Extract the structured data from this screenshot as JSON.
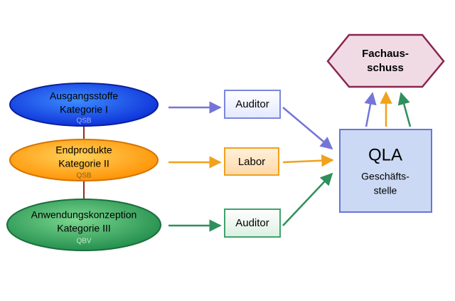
{
  "nodes": {
    "ausgangsstoffe": {
      "line1": "Ausgangsstoffe",
      "line2": "Kategorie I",
      "tag": "QSB"
    },
    "endprodukte": {
      "line1": "Endprodukte",
      "line2": "Kategorie II",
      "tag": "QSB"
    },
    "anwendung": {
      "line1": "Anwendungskonzeption",
      "line2": "Kategorie III",
      "tag": "QBV"
    },
    "auditor_top": {
      "label": "Auditor"
    },
    "labor": {
      "label": "Labor"
    },
    "auditor_bottom": {
      "label": "Auditor"
    },
    "qla": {
      "title": "QLA",
      "line1": "Geschäfts-",
      "line2": "stelle"
    },
    "fachausschuss": {
      "line1": "Fachaus-",
      "line2": "schuss"
    }
  },
  "colors": {
    "blue": "#7575d8",
    "orange": "#f0a21c",
    "green": "#2f8f5d",
    "connector": "#8b2f1f",
    "qla_fill": "#ccd9f4",
    "qla_stroke": "#6676d8",
    "hex_fill": "#f0dbe4",
    "hex_stroke": "#8a2450"
  }
}
